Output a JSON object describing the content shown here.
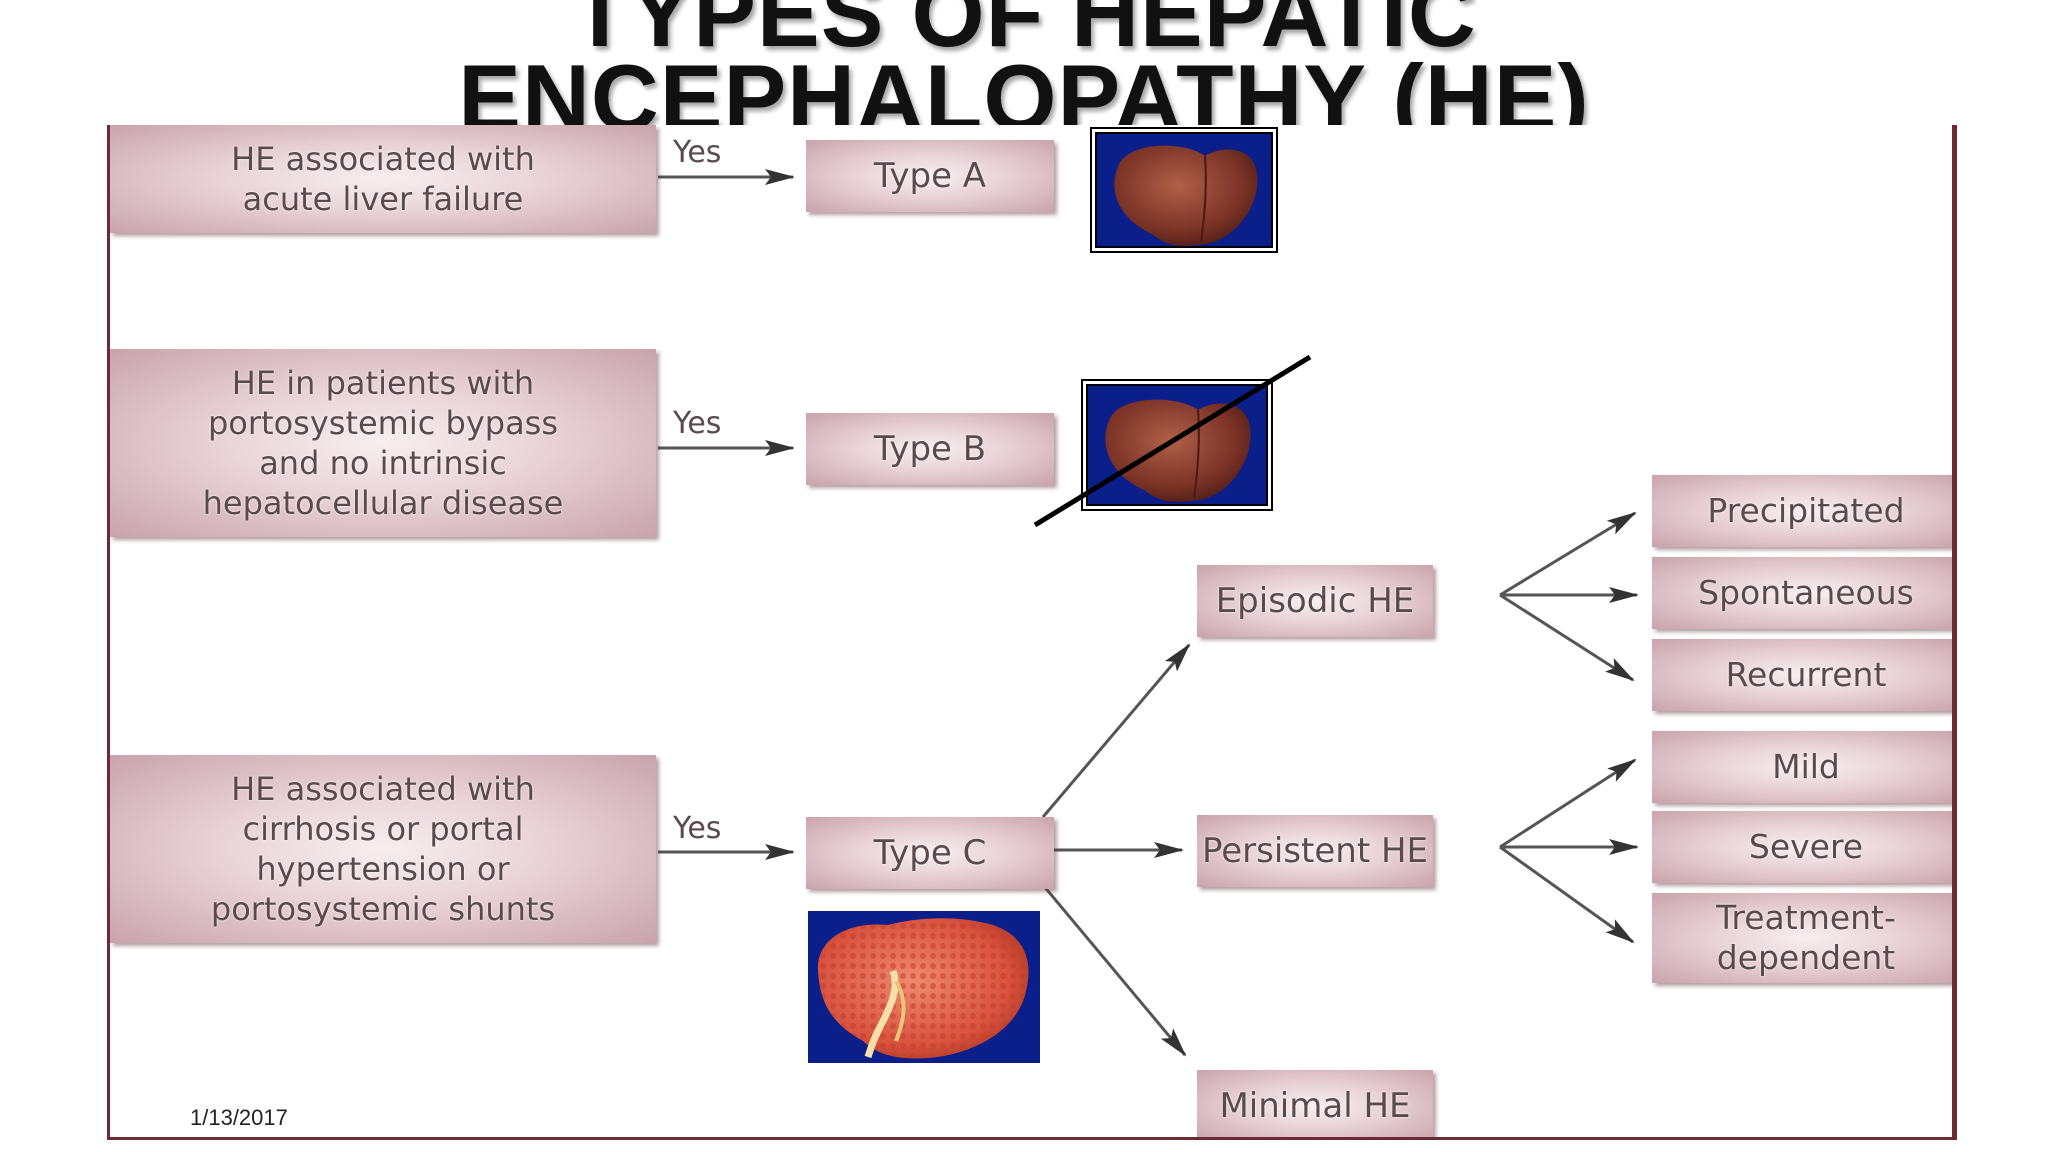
{
  "title": {
    "line1": "TYPES OF HEPATIC",
    "line2": "ENCEPHALOPATHY (HE)"
  },
  "conditions": [
    {
      "lines": [
        "HE associated with",
        "acute liver failure"
      ]
    },
    {
      "lines": [
        "HE in patients with",
        "portosystemic bypass",
        "and no intrinsic",
        "hepatocellular disease"
      ]
    },
    {
      "lines": [
        "HE associated with",
        "cirrhosis or portal",
        "hypertension or",
        "portosystemic shunts"
      ]
    }
  ],
  "yes_label": "Yes",
  "types": [
    "Type A",
    "Type B",
    "Type C"
  ],
  "type_c_branches": {
    "episodic": "Episodic HE",
    "persistent": "Persistent HE",
    "minimal": "Minimal HE"
  },
  "episodic_subtypes": [
    "Precipitated",
    "Spontaneous",
    "Recurrent"
  ],
  "persistent_subtypes": [
    "Mild",
    "Severe",
    "Treatment-\ndependent"
  ],
  "images": {
    "liver_a": "healthy-liver-photo",
    "liver_b": "healthy-liver-photo-crossed-out",
    "liver_c": "cirrhotic-liver-photo"
  },
  "colors": {
    "box_edge": "#c9a3ac",
    "panel_border": "#6b2a34",
    "photo_background": "#0a1f8a"
  },
  "date": "1/13/2017"
}
